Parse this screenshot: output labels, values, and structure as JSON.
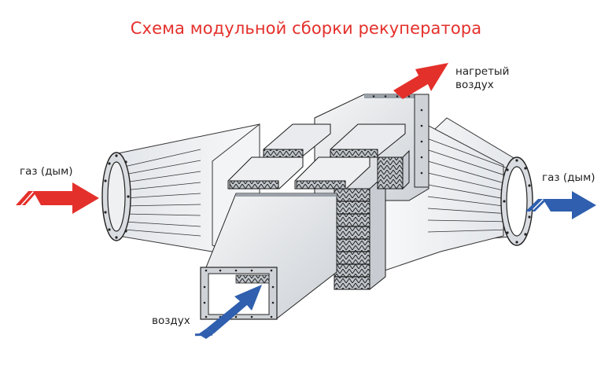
{
  "title": "Схема модульной сборки рекуператора",
  "labels": {
    "gas_in": "газ (дым)",
    "gas_out": "газ (дым)",
    "air_hot_line1": "нагретый",
    "air_hot_line2": "воздух",
    "air_in": "воздух"
  },
  "colors": {
    "title": "#e4302b",
    "hot_arrow": "#e4302b",
    "cold_arrow": "#2f5fae",
    "metal_light": "#eef0f2",
    "metal_mid": "#cfd3d8",
    "metal_dark": "#9aa0a8",
    "outline": "#1a1a1a"
  },
  "icons": {
    "gas_in": "arrow-right-icon",
    "gas_out": "arrow-right-icon",
    "air_hot": "arrow-up-right-icon",
    "air_in": "arrow-up-right-icon"
  }
}
